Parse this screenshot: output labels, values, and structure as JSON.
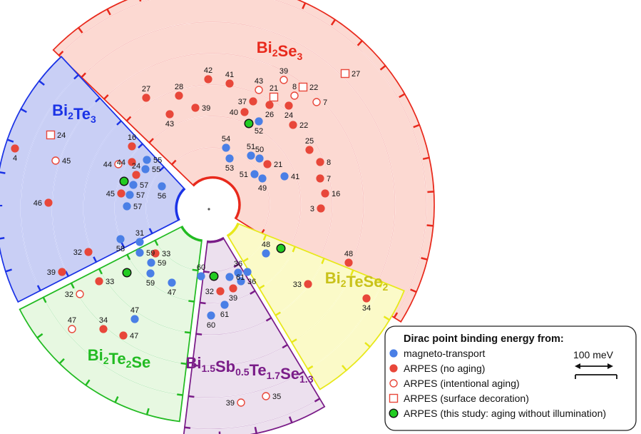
{
  "sectors": [
    {
      "id": "bi2se3",
      "title_parts": [
        [
          "Bi",
          ""
        ],
        [
          "2",
          "sub"
        ],
        [
          "Se",
          ""
        ],
        [
          "3",
          "sub"
        ]
      ],
      "color": "#e8291c",
      "fill": "#fcd9d2"
    },
    {
      "id": "bi2te3",
      "title_parts": [
        [
          "Bi",
          ""
        ],
        [
          "2",
          "sub"
        ],
        [
          "Te",
          ""
        ],
        [
          "3",
          "sub"
        ]
      ],
      "color": "#1b33e6",
      "fill": "#c9cff5"
    },
    {
      "id": "bi2te2se",
      "title_parts": [
        [
          "Bi",
          ""
        ],
        [
          "2",
          "sub"
        ],
        [
          "Te",
          ""
        ],
        [
          "2",
          "sub"
        ],
        [
          "Se",
          ""
        ]
      ],
      "color": "#22bb22",
      "fill": "#e7f8e1"
    },
    {
      "id": "bsts",
      "title_parts": [
        [
          "Bi",
          ""
        ],
        [
          "1.5",
          "sub"
        ],
        [
          "Sb",
          ""
        ],
        [
          "0.5",
          "sub"
        ],
        [
          "Te",
          ""
        ],
        [
          "1.7",
          "sub"
        ],
        [
          "Se",
          ""
        ],
        [
          "1.3",
          "sub"
        ]
      ],
      "color": "#7a1c88",
      "fill": "#ece0ee"
    },
    {
      "id": "bi2tese2",
      "title_parts": [
        [
          "Bi",
          ""
        ],
        [
          "2",
          "sub"
        ],
        [
          "TeSe",
          ""
        ],
        [
          "2",
          "sub"
        ]
      ],
      "color": "#e8e81a",
      "fill": "#fbfac8",
      "title_color": "#c9c21a"
    }
  ],
  "points": [
    {
      "sector": "bi2se3",
      "kind": "square",
      "label": "27"
    },
    {
      "sector": "bi2se3",
      "kind": "red",
      "label": "42"
    },
    {
      "sector": "bi2se3",
      "kind": "red",
      "label": "41"
    },
    {
      "sector": "bi2se3",
      "kind": "open",
      "label": "39"
    },
    {
      "sector": "bi2se3",
      "kind": "open",
      "label": "43"
    },
    {
      "sector": "bi2se3",
      "kind": "square",
      "label": "22"
    },
    {
      "sector": "bi2se3",
      "kind": "red",
      "label": "27"
    },
    {
      "sector": "bi2se3",
      "kind": "red",
      "label": "28"
    },
    {
      "sector": "bi2se3",
      "kind": "square",
      "label": "21"
    },
    {
      "sector": "bi2se3",
      "kind": "open",
      "label": "8"
    },
    {
      "sector": "bi2se3",
      "kind": "red",
      "label": "37"
    },
    {
      "sector": "bi2se3",
      "kind": "open",
      "label": "7"
    },
    {
      "sector": "bi2se3",
      "kind": "red",
      "label": "39"
    },
    {
      "sector": "bi2se3",
      "kind": "red",
      "label": "43"
    },
    {
      "sector": "bi2se3",
      "kind": "red",
      "label": "40"
    },
    {
      "sector": "bi2se3",
      "kind": "red",
      "label": "26"
    },
    {
      "sector": "bi2se3",
      "kind": "red",
      "label": "24"
    },
    {
      "sector": "bi2se3",
      "kind": "green",
      "label": ""
    },
    {
      "sector": "bi2se3",
      "kind": "blue",
      "label": "52"
    },
    {
      "sector": "bi2se3",
      "kind": "red",
      "label": "22"
    },
    {
      "sector": "bi2se3",
      "kind": "blue",
      "label": "54"
    },
    {
      "sector": "bi2se3",
      "kind": "red",
      "label": "25"
    },
    {
      "sector": "bi2se3",
      "kind": "blue",
      "label": "51"
    },
    {
      "sector": "bi2se3",
      "kind": "blue",
      "label": "50"
    },
    {
      "sector": "bi2se3",
      "kind": "red",
      "label": "21"
    },
    {
      "sector": "bi2se3",
      "kind": "red",
      "label": "8"
    },
    {
      "sector": "bi2se3",
      "kind": "blue",
      "label": "53"
    },
    {
      "sector": "bi2se3",
      "kind": "blue",
      "label": "51"
    },
    {
      "sector": "bi2se3",
      "kind": "blue",
      "label": "41"
    },
    {
      "sector": "bi2se3",
      "kind": "red",
      "label": "7"
    },
    {
      "sector": "bi2se3",
      "kind": "blue",
      "label": "49"
    },
    {
      "sector": "bi2se3",
      "kind": "red",
      "label": "16"
    },
    {
      "sector": "bi2se3",
      "kind": "red",
      "label": "3"
    },
    {
      "sector": "bi2te3",
      "kind": "square",
      "label": "24"
    },
    {
      "sector": "bi2te3",
      "kind": "red",
      "label": "4"
    },
    {
      "sector": "bi2te3",
      "kind": "open",
      "label": "45"
    },
    {
      "sector": "bi2te3",
      "kind": "red",
      "label": "16"
    },
    {
      "sector": "bi2te3",
      "kind": "red",
      "label": "44"
    },
    {
      "sector": "bi2te3",
      "kind": "blue",
      "label": "55"
    },
    {
      "sector": "bi2te3",
      "kind": "open",
      "label": "44"
    },
    {
      "sector": "bi2te3",
      "kind": "red",
      "label": "24"
    },
    {
      "sector": "bi2te3",
      "kind": "blue",
      "label": "55"
    },
    {
      "sector": "bi2te3",
      "kind": "green",
      "label": ""
    },
    {
      "sector": "bi2te3",
      "kind": "blue",
      "label": "57"
    },
    {
      "sector": "bi2te3",
      "kind": "red",
      "label": "45"
    },
    {
      "sector": "bi2te3",
      "kind": "blue",
      "label": "57"
    },
    {
      "sector": "bi2te3",
      "kind": "blue",
      "label": "56"
    },
    {
      "sector": "bi2te3",
      "kind": "red",
      "label": "46"
    },
    {
      "sector": "bi2te3",
      "kind": "blue",
      "label": "57"
    },
    {
      "sector": "bi2te2se",
      "kind": "blue",
      "label": "58"
    },
    {
      "sector": "bi2te2se",
      "kind": "blue",
      "label": "31"
    },
    {
      "sector": "bi2te2se",
      "kind": "red",
      "label": "32"
    },
    {
      "sector": "bi2te2se",
      "kind": "blue",
      "label": "59"
    },
    {
      "sector": "bi2te2se",
      "kind": "red",
      "label": "33"
    },
    {
      "sector": "bi2te2se",
      "kind": "blue",
      "label": "59"
    },
    {
      "sector": "bi2te2se",
      "kind": "red",
      "label": "39"
    },
    {
      "sector": "bi2te2se",
      "kind": "green",
      "label": ""
    },
    {
      "sector": "bi2te2se",
      "kind": "red",
      "label": "33"
    },
    {
      "sector": "bi2te2se",
      "kind": "blue",
      "label": "59"
    },
    {
      "sector": "bi2te2se",
      "kind": "blue",
      "label": "47"
    },
    {
      "sector": "bi2te2se",
      "kind": "open",
      "label": "32"
    },
    {
      "sector": "bi2te2se",
      "kind": "blue",
      "label": "47"
    },
    {
      "sector": "bi2te2se",
      "kind": "open",
      "label": "47"
    },
    {
      "sector": "bi2te2se",
      "kind": "red",
      "label": "34"
    },
    {
      "sector": "bi2te2se",
      "kind": "red",
      "label": "47"
    },
    {
      "sector": "bsts",
      "kind": "blue",
      "label": "60"
    },
    {
      "sector": "bsts",
      "kind": "green",
      "label": ""
    },
    {
      "sector": "bsts",
      "kind": "blue",
      "label": "61"
    },
    {
      "sector": "bsts",
      "kind": "blue",
      "label": "36"
    },
    {
      "sector": "bsts",
      "kind": "blue",
      "label": ""
    },
    {
      "sector": "bsts",
      "kind": "blue",
      "label": "36"
    },
    {
      "sector": "bsts",
      "kind": "red",
      "label": "32"
    },
    {
      "sector": "bsts",
      "kind": "red",
      "label": "39"
    },
    {
      "sector": "bsts",
      "kind": "blue",
      "label": "61"
    },
    {
      "sector": "bsts",
      "kind": "blue",
      "label": "60"
    },
    {
      "sector": "bsts",
      "kind": "open",
      "label": "39"
    },
    {
      "sector": "bsts",
      "kind": "open",
      "label": "35"
    },
    {
      "sector": "bi2tese2",
      "kind": "blue",
      "label": "48"
    },
    {
      "sector": "bi2tese2",
      "kind": "green",
      "label": ""
    },
    {
      "sector": "bi2tese2",
      "kind": "red",
      "label": "48"
    },
    {
      "sector": "bi2tese2",
      "kind": "red",
      "label": "33"
    },
    {
      "sector": "bi2tese2",
      "kind": "red",
      "label": "34"
    }
  ],
  "legend": {
    "title": "Dirac point binding energy from:",
    "entries": [
      {
        "kind": "blue",
        "label": "magneto-transport"
      },
      {
        "kind": "red",
        "label": "ARPES (no aging)"
      },
      {
        "kind": "open",
        "label": "ARPES (intentional aging)"
      },
      {
        "kind": "square",
        "label": "ARPES (surface decoration)"
      },
      {
        "kind": "green",
        "label": "ARPES (this study: aging without illumination)"
      }
    ],
    "scale_label": "100 meV"
  },
  "colors": {
    "blue": "#4a7fe6",
    "red": "#e8473a",
    "green": "#22cc22"
  }
}
